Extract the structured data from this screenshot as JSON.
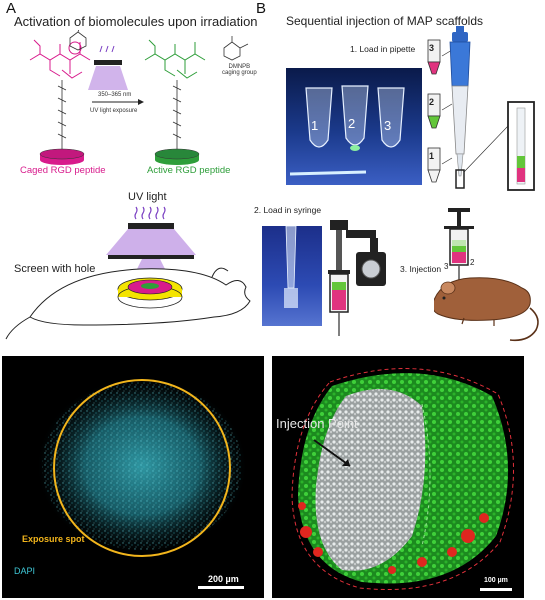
{
  "panel_a": {
    "letter": "A",
    "title": "Activation of biomolecules upon irradiation",
    "dmnpb_label": "DMNPB\ncaging group",
    "arrow_line1": "350–365 nm",
    "arrow_line2": "UV light exposure",
    "caged_label": "Caged RGD peptide",
    "active_label": "Active RGD peptide",
    "uv_label": "UV light",
    "screen_label": "Screen with hole",
    "caged_color": "#d81b8c",
    "active_color": "#2e9e3a"
  },
  "panel_b": {
    "letter": "B",
    "title": "Sequential injection of MAP scaffolds",
    "step1": "1. Load in pipette",
    "step2": "2. Load in syringe",
    "step3": "3. Injection",
    "tube_numbers": [
      "1",
      "2",
      "3"
    ],
    "vial_numbers": [
      "3",
      "2",
      "1"
    ],
    "syringe_marks": [
      "3",
      "2"
    ]
  },
  "panel_c": {
    "exposure_label": "Exposure spot",
    "stain_label": "DAPI",
    "scale_label": "200 µm",
    "circle_color": "#f2b51c",
    "stain_color": "#3fc7d6"
  },
  "panel_d": {
    "injection_label": "Injection Point",
    "scale_label": "100 µm"
  }
}
